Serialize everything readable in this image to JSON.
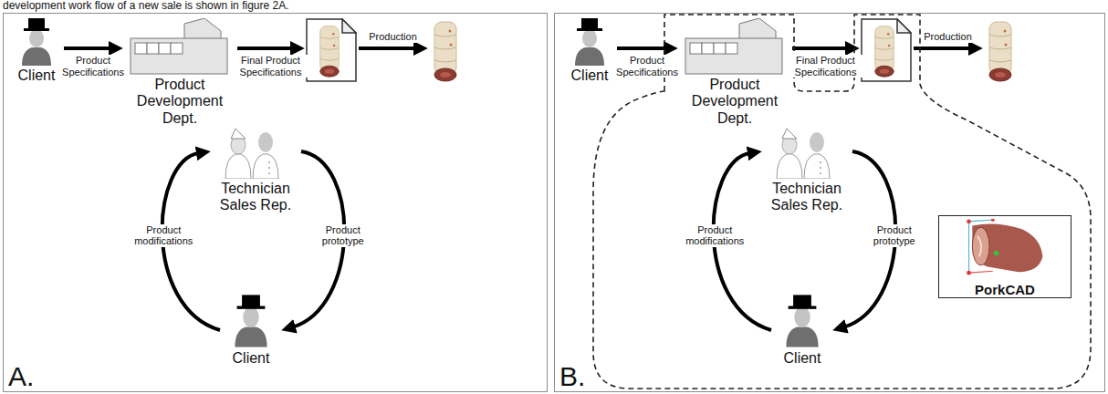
{
  "diagram": {
    "nodes": [
      {
        "text": [
          "A."
        ]
      },
      {
        "text": [
          "Client"
        ],
        "in": 0
      },
      {
        "text": [
          "Product Development Dept."
        ],
        "in": 0
      },
      {
        "text": [],
        "in": 0
      },
      {
        "text": [],
        "in": 0
      },
      {
        "text": [
          "Technician Sales Rep."
        ],
        "in": 0
      },
      {
        "text": [
          "Client"
        ],
        "in": 0
      },
      {
        "text": [
          "B."
        ]
      },
      {
        "text": [
          "Client"
        ],
        "in": 7
      },
      {
        "text": [],
        "in": 7
      },
      {
        "text": [
          "Product Development Dept."
        ],
        "in": 9
      },
      {
        "text": [],
        "in": 9
      },
      {
        "text": [],
        "in": 7
      },
      {
        "text": [
          "Technician Sales Rep."
        ],
        "in": 9
      },
      {
        "text": [
          "Client"
        ],
        "in": 9
      },
      {
        "text": [
          "PorkCAD"
        ],
        "in": 9
      }
    ],
    "edges": [
      {
        "from": 1,
        "to": 2,
        "arrow": "to",
        "label": "Product Specifications"
      },
      {
        "from": 2,
        "to": 3,
        "arrow": "to",
        "label": "Final Product Specifications"
      },
      {
        "from": 3,
        "to": 4,
        "arrow": "to",
        "label": "Production"
      },
      {
        "from": 5,
        "to": 6,
        "arrow": "to",
        "label": "Product prototype"
      },
      {
        "from": 6,
        "to": 5,
        "arrow": "to",
        "label": "Product modifications"
      },
      {
        "from": 8,
        "to": 10,
        "arrow": "to",
        "label": "Product Specifications"
      },
      {
        "from": 10,
        "to": 11,
        "arrow": "to",
        "label": "Final Product Specifications"
      },
      {
        "from": 11,
        "to": 12,
        "arrow": "to",
        "label": "Production"
      },
      {
        "from": 13,
        "to": 14,
        "arrow": "to",
        "label": "Product prototype"
      },
      {
        "from": 14,
        "to": 13,
        "arrow": "to",
        "label": "Product modifications"
      }
    ],
    "labels": [
      "development work flow of a new sale is shown in figure 2A."
    ]
  }
}
